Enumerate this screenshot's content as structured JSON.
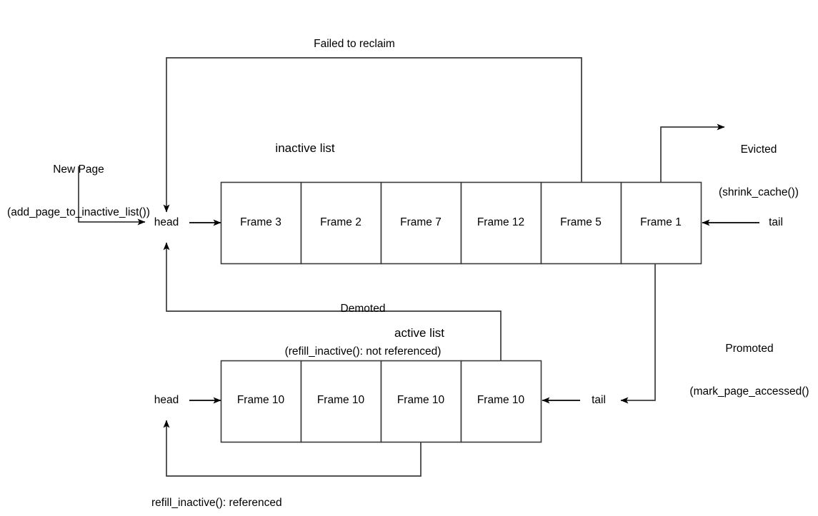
{
  "diagram": {
    "title_inactive": "inactive list",
    "title_active": "active list",
    "labels": {
      "failed_to_reclaim": "Failed to reclaim",
      "new_page_line1": "New Page",
      "new_page_line2": "(add_page_to_inactive_list())",
      "evicted_line1": "Evicted",
      "evicted_line2": "(shrink_cache())",
      "demoted_line1": "Demoted",
      "demoted_line2": "(refill_inactive(): not referenced)",
      "promoted_line1": "Promoted",
      "promoted_line2": "(mark_page_accessed()",
      "refill_referenced": "refill_inactive(): referenced",
      "head": "head",
      "tail": "tail"
    },
    "inactive_list": {
      "head_label": "head",
      "tail_label": "tail",
      "frames": [
        "Frame 3",
        "Frame 2",
        "Frame 7",
        "Frame 12",
        "Frame 5",
        "Frame 1"
      ]
    },
    "active_list": {
      "head_label": "head",
      "tail_label": "tail",
      "frames": [
        "Frame 10",
        "Frame 10",
        "Frame 10",
        "Frame 10"
      ]
    },
    "colors": {
      "stroke": "#3a3a3a",
      "text": "#000000",
      "background": "#ffffff"
    }
  }
}
